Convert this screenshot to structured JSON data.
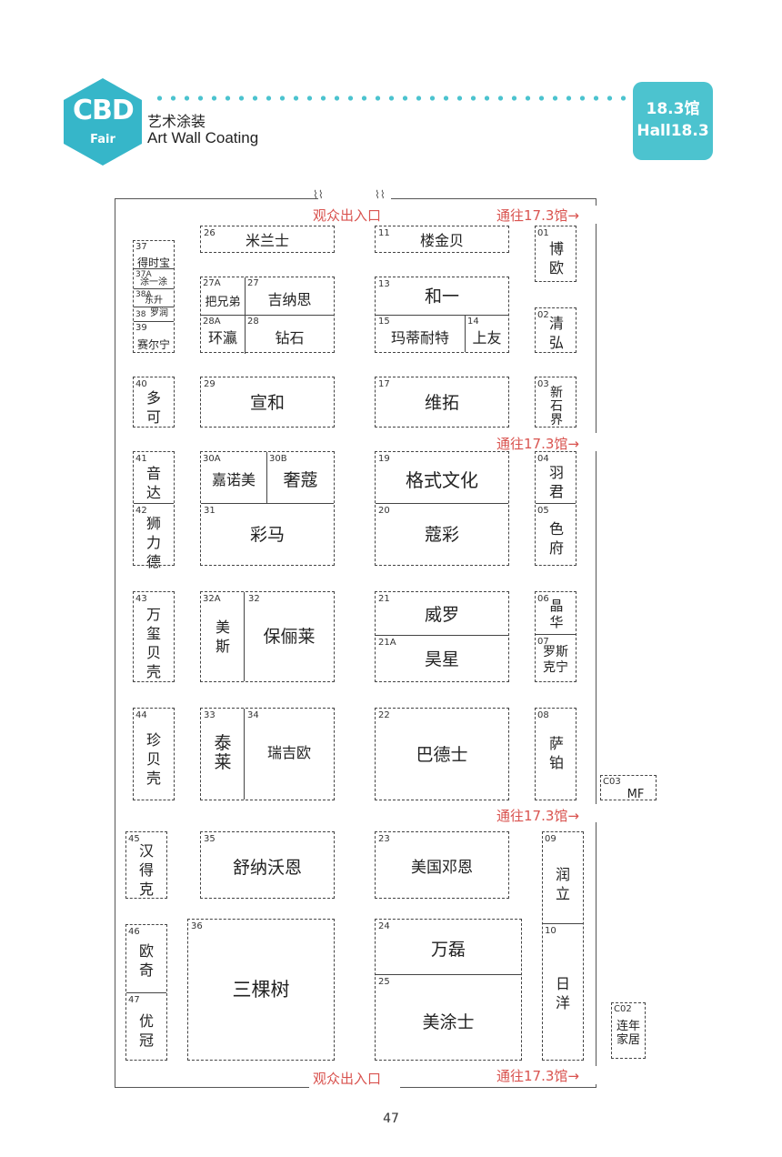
{
  "header": {
    "logo_text": "CBD",
    "logo_sub": "Fair",
    "title_cn": "艺术涂装",
    "title_en": "Art Wall Coating",
    "hall_cn": "18.3馆",
    "hall_en": "Hall18.3",
    "accent_color": "#4cc3cf"
  },
  "signs": {
    "entrance_top": "观众出入口",
    "entrance_bottom": "观众出入口",
    "to_hall": "通往17.3馆→"
  },
  "booths": {
    "b26": {
      "num": "26",
      "name": "米兰士"
    },
    "b11": {
      "num": "11",
      "name": "楼金贝"
    },
    "b27a": {
      "num": "27A",
      "name": "把兄弟"
    },
    "b27": {
      "num": "27",
      "name": "吉纳思"
    },
    "b28a": {
      "num": "28A",
      "name": "环瀛"
    },
    "b28": {
      "num": "28",
      "name": "钻石"
    },
    "b13": {
      "num": "13",
      "name": "和一"
    },
    "b15": {
      "num": "15",
      "name": "玛蒂耐特"
    },
    "b14": {
      "num": "14",
      "name": "上友"
    },
    "b29": {
      "num": "29",
      "name": "宣和"
    },
    "b17": {
      "num": "17",
      "name": "维拓"
    },
    "b30a": {
      "num": "30A",
      "name": "嘉诺美"
    },
    "b30b": {
      "num": "30B",
      "name": "奢蔻"
    },
    "b31": {
      "num": "31",
      "name": "彩马"
    },
    "b19": {
      "num": "19",
      "name": "格式文化"
    },
    "b20": {
      "num": "20",
      "name": "蔻彩"
    },
    "b32a": {
      "num": "32A",
      "name": "美斯"
    },
    "b32": {
      "num": "32",
      "name": "保俪莱"
    },
    "b21": {
      "num": "21",
      "name": "威罗"
    },
    "b21a": {
      "num": "21A",
      "name": "昊星"
    },
    "b33": {
      "num": "33",
      "name": "泰莱"
    },
    "b34": {
      "num": "34",
      "name": "瑞吉欧"
    },
    "b22": {
      "num": "22",
      "name": "巴德士"
    },
    "b35": {
      "num": "35",
      "name": "舒纳沃恩"
    },
    "b23": {
      "num": "23",
      "name": "美国邓恩"
    },
    "b36": {
      "num": "36",
      "name": "三棵树"
    },
    "b24": {
      "num": "24",
      "name": "万磊"
    },
    "b25": {
      "num": "25",
      "name": "美涂士"
    },
    "b37": {
      "num": "37",
      "name": "得时宝"
    },
    "b37a": {
      "num": "37A",
      "name": "涂一涂"
    },
    "b38a": {
      "num": "38A",
      "name": "东升"
    },
    "b38": {
      "num": "38",
      "name": "罗润"
    },
    "b39": {
      "num": "39",
      "name": "赛尔宁"
    },
    "b40": {
      "num": "40",
      "name": "多可"
    },
    "b41": {
      "num": "41",
      "name": "音达"
    },
    "b42": {
      "num": "42",
      "name": "狮力德"
    },
    "b43": {
      "num": "43",
      "name": "万玺贝壳"
    },
    "b44": {
      "num": "44",
      "name": "珍贝壳"
    },
    "b45": {
      "num": "45",
      "name": "汉得克"
    },
    "b46": {
      "num": "46",
      "name": "欧奇"
    },
    "b47": {
      "num": "47",
      "name": "优冠"
    },
    "b01": {
      "num": "01",
      "name": "博欧"
    },
    "b02": {
      "num": "02",
      "name": "清弘"
    },
    "b03": {
      "num": "03",
      "name": "新石界"
    },
    "b04": {
      "num": "04",
      "name": "羽君"
    },
    "b05": {
      "num": "05",
      "name": "色府"
    },
    "b06": {
      "num": "06",
      "name": "晶华"
    },
    "b07": {
      "num": "07",
      "name": "罗斯克宁"
    },
    "b08": {
      "num": "08",
      "name": "萨铂"
    },
    "b09": {
      "num": "09",
      "name": "润立"
    },
    "b10": {
      "num": "10",
      "name": "日洋"
    },
    "c03": {
      "num": "C03",
      "name": "MF"
    },
    "c02": {
      "num": "C02",
      "name": "连年家居"
    }
  },
  "page_number": "47"
}
